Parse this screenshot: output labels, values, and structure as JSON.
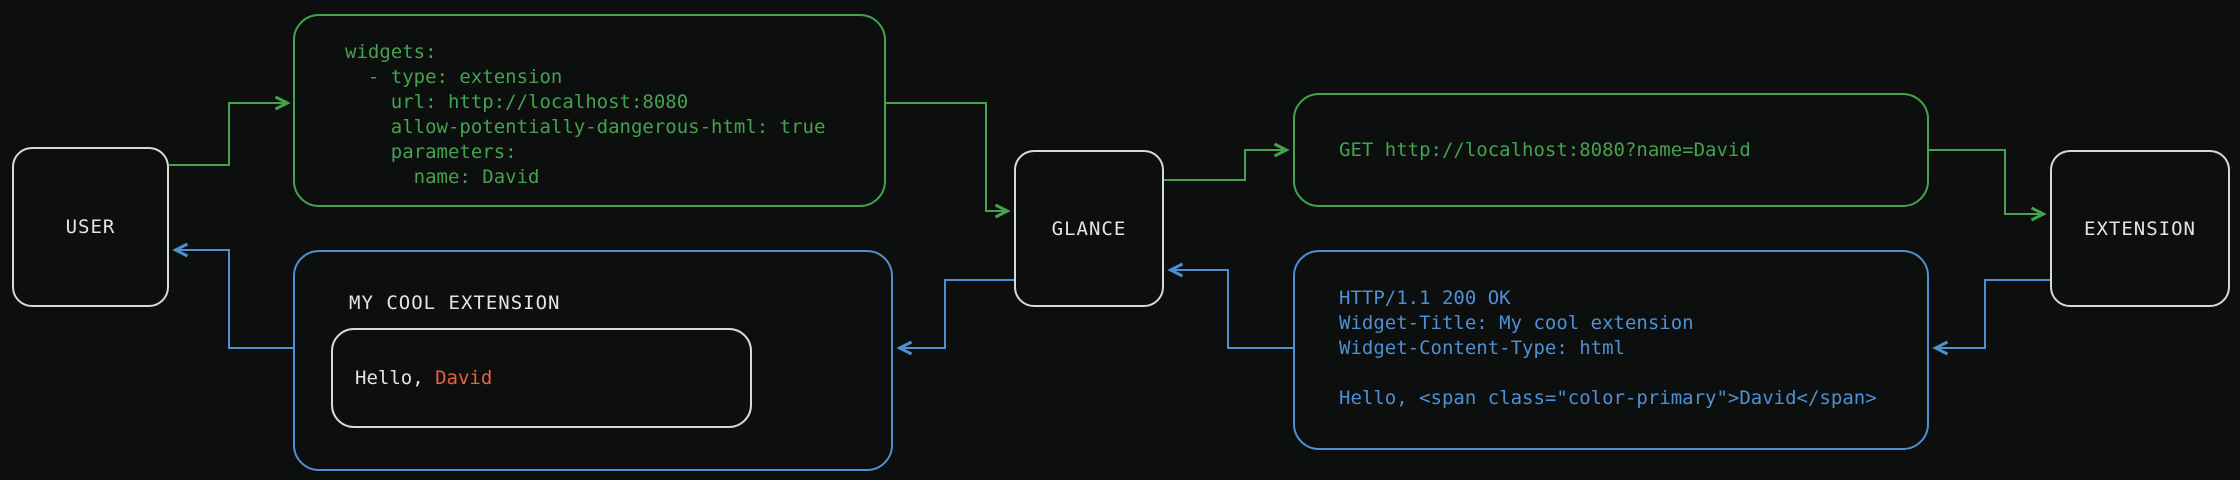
{
  "colors": {
    "background": "#0d0f0e",
    "green": "#44a24f",
    "blue": "#4f8fd4",
    "orange": "#e8613d",
    "white_text": "#e3e5e2",
    "node_border": "#d8dad7"
  },
  "nodes": {
    "user": {
      "label": "USER"
    },
    "glance": {
      "label": "GLANCE"
    },
    "extension": {
      "label": "EXTENSION"
    }
  },
  "config_box": {
    "lines": [
      "widgets:",
      "  - type: extension",
      "    url: http://localhost:8080",
      "    allow-potentially-dangerous-html: true",
      "    parameters:",
      "      name: David"
    ]
  },
  "request_box": {
    "text": "GET http://localhost:8080?name=David"
  },
  "response_box": {
    "lines": [
      "HTTP/1.1 200 OK",
      "Widget-Title: My cool extension",
      "Widget-Content-Type: html",
      "",
      "Hello, <span class=\"color-primary\">David</span>"
    ]
  },
  "widget_box": {
    "title": "MY COOL EXTENSION",
    "greeting_prefix": "Hello, ",
    "greeting_name": "David"
  }
}
